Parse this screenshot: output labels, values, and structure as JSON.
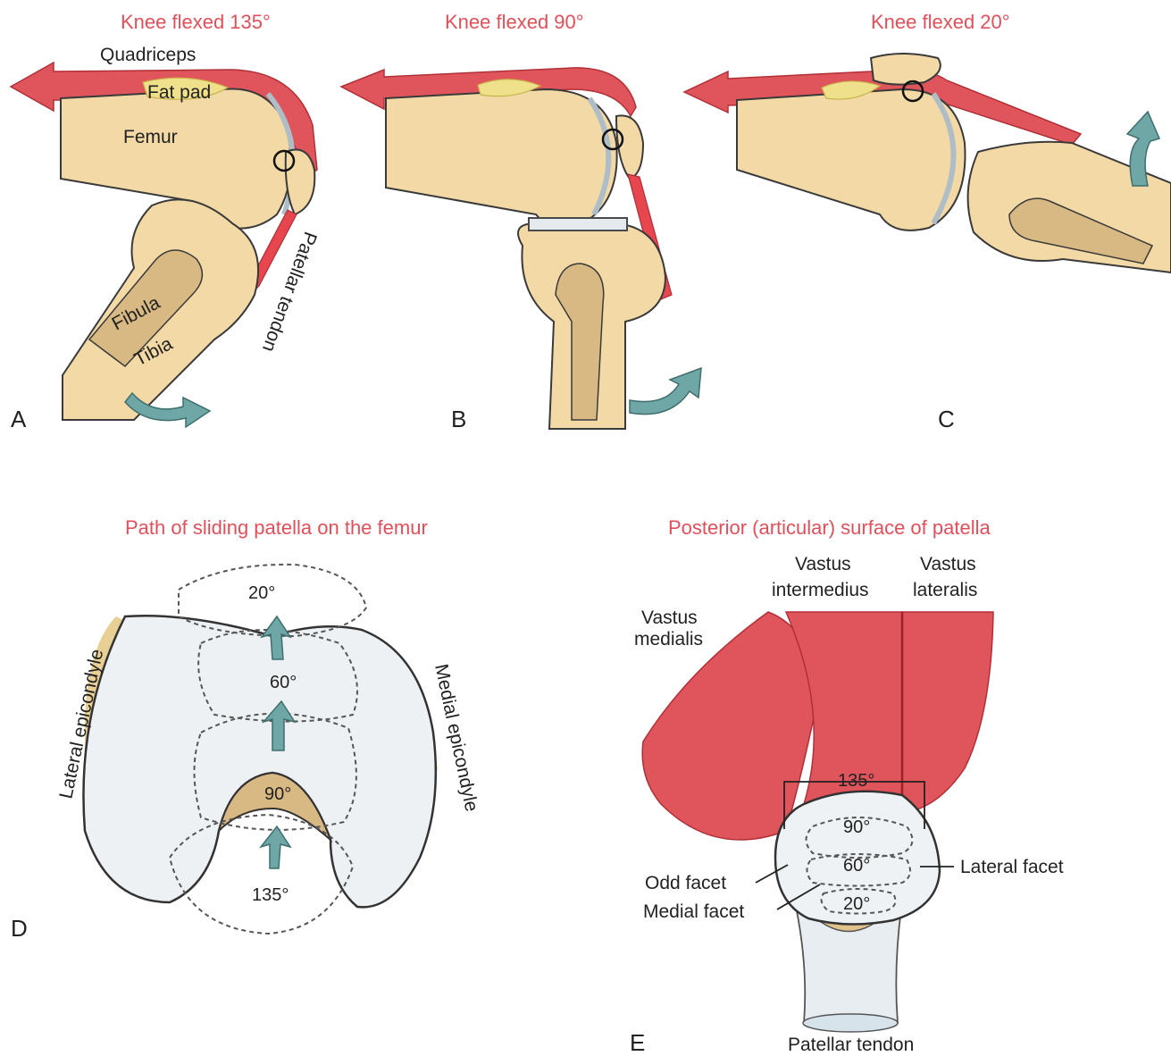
{
  "panels": {
    "A": {
      "letter": "A",
      "title": "Knee flexed 135°",
      "labels": {
        "quadriceps": "Quadriceps",
        "fat_pad": "Fat pad",
        "femur": "Femur",
        "fibula": "Fibula",
        "tibia": "Tibia",
        "patellar_tendon": "Patellar tendon"
      }
    },
    "B": {
      "letter": "B",
      "title": "Knee flexed 90°"
    },
    "C": {
      "letter": "C",
      "title": "Knee flexed 20°"
    },
    "D": {
      "letter": "D",
      "title": "Path of sliding patella on the femur",
      "labels": {
        "lateral_epicondyle": "Lateral epicondyle",
        "medial_epicondyle": "Medial epicondyle"
      },
      "angles": {
        "a20": "20°",
        "a60": "60°",
        "a90": "90°",
        "a135": "135°"
      }
    },
    "E": {
      "letter": "E",
      "title": "Posterior (articular) surface of patella",
      "labels": {
        "vastus_medialis_1": "Vastus",
        "vastus_medialis_2": "medialis",
        "vastus_intermedius_1": "Vastus",
        "vastus_intermedius_2": "intermedius",
        "vastus_lateralis_1": "Vastus",
        "vastus_lateralis_2": "lateralis",
        "odd_facet": "Odd facet",
        "medial_facet": "Medial facet",
        "lateral_facet": "Lateral facet",
        "patellar_tendon": "Patellar tendon"
      },
      "angles": {
        "a135": "135°",
        "a90": "90°",
        "a60": "60°",
        "a20": "20°"
      }
    }
  },
  "colors": {
    "title_red": "#e0505a",
    "bone": "#f2d9a6",
    "muscle": "#e0555c",
    "cartilage": "#e4eaee",
    "arrow_teal": "#6fa6a6"
  }
}
